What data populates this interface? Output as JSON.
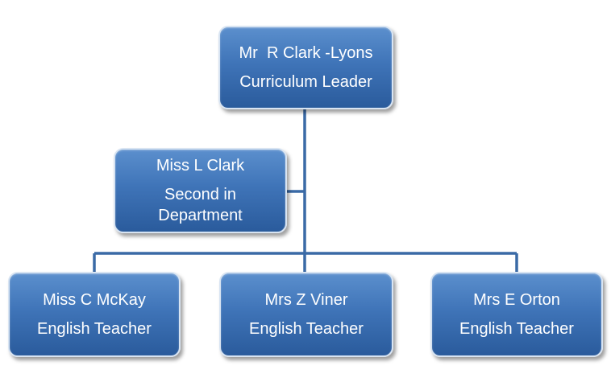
{
  "colors": {
    "box": "#3f74b8",
    "border": "#d8e4f2",
    "line": "#3a6aa6",
    "text": "#ffffff"
  },
  "nodes": {
    "leader": {
      "name": "Mr  R Clark -Lyons",
      "role": "Curriculum Leader"
    },
    "second": {
      "name": "Miss L Clark",
      "role": "Second in Department"
    },
    "teacher1": {
      "name": "Miss C McKay",
      "role": "English Teacher"
    },
    "teacher2": {
      "name": "Mrs Z Viner",
      "role": "English Teacher"
    },
    "teacher3": {
      "name": "Mrs E Orton",
      "role": "English Teacher"
    }
  }
}
